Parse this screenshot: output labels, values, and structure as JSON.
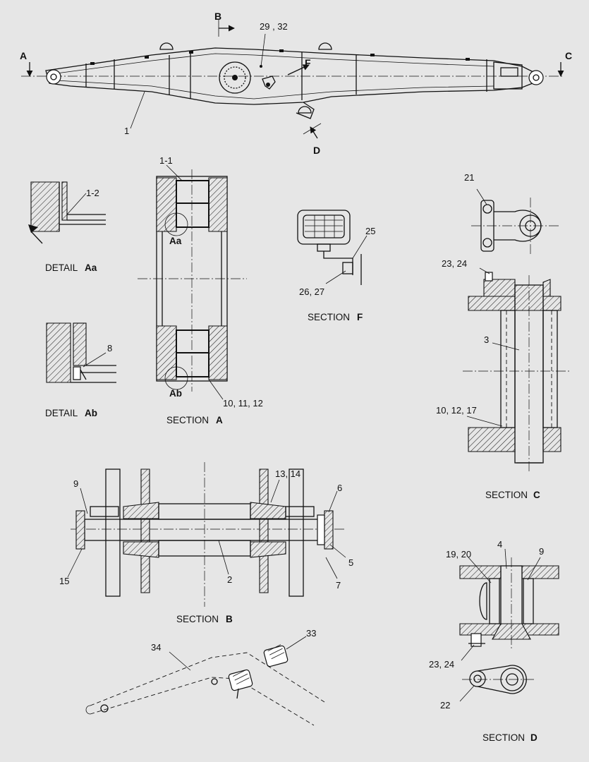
{
  "colors": {
    "background": "#e6e6e6",
    "ink": "#111111"
  },
  "view_markers": {
    "a": "A",
    "b": "B",
    "c": "C",
    "d": "D",
    "f": "F"
  },
  "callouts": {
    "c29_32": "29 , 32",
    "c1": "1",
    "c1_1": "1-1",
    "c1_2": "1-2",
    "c25": "25",
    "c26_27": "26, 27",
    "c21": "21",
    "c23_24_top": "23, 24",
    "c3": "3",
    "c10_12_17": "10, 12, 17",
    "c8": "8",
    "c10_11_12": "10, 11, 12",
    "c9_b": "9",
    "c13_14": "13, 14",
    "c6": "6",
    "c5": "5",
    "c7": "7",
    "c15": "15",
    "c2": "2",
    "c33": "33",
    "c34": "34",
    "c4": "4",
    "c19_20": "19, 20",
    "c9_d": "9",
    "c23_24_bottom": "23, 24",
    "c22": "22"
  },
  "detail_tags": {
    "aa": "Aa",
    "ab": "Ab"
  },
  "captions": {
    "detail_aa": {
      "word": "DETAIL",
      "tag": "Aa"
    },
    "detail_ab": {
      "word": "DETAIL",
      "tag": "Ab"
    },
    "section_a": {
      "word": "SECTION",
      "tag": "A"
    },
    "section_f": {
      "word": "SECTION",
      "tag": "F"
    },
    "section_c": {
      "word": "SECTION",
      "tag": "C"
    },
    "section_b": {
      "word": "SECTION",
      "tag": "B"
    },
    "section_d": {
      "word": "SECTION",
      "tag": "D"
    }
  }
}
